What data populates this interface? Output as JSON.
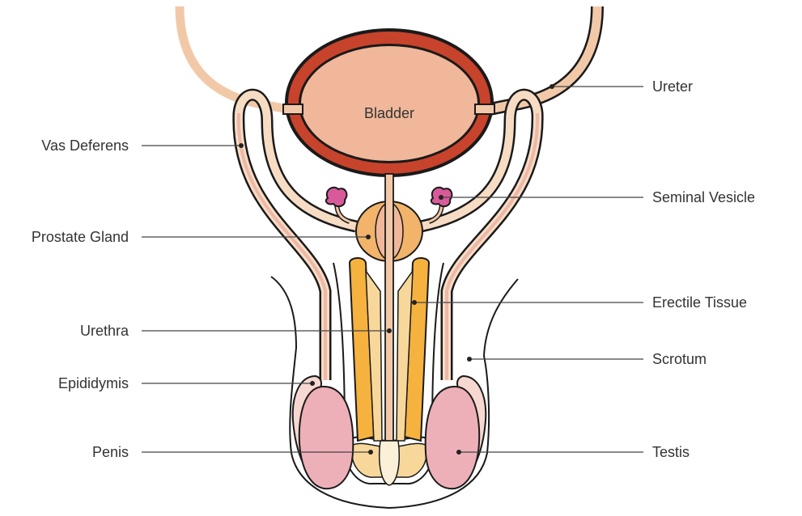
{
  "labels": {
    "bladder": "Bladder",
    "ureter": "Ureter",
    "vas_deferens": "Vas Deferens",
    "seminal_vesicle": "Seminal Vesicle",
    "prostate_gland": "Prostate Gland",
    "erectile_tissue": "Erectile Tissue",
    "urethra": "Urethra",
    "scrotum": "Scrotum",
    "epididymis": "Epididymis",
    "testis": "Testis",
    "penis": "Penis"
  },
  "colors": {
    "bladder_wall": "#c8432b",
    "bladder_fill": "#f0b79a",
    "tube": "#f2c9a8",
    "tube_light": "#f7dcc4",
    "prostate": "#f2b46a",
    "erectile": "#f5b23f",
    "erectile_light": "#f8d89a",
    "vesicle": "#d85a9a",
    "testis": "#eeb0b8",
    "epididymis": "#f7d8d0"
  }
}
